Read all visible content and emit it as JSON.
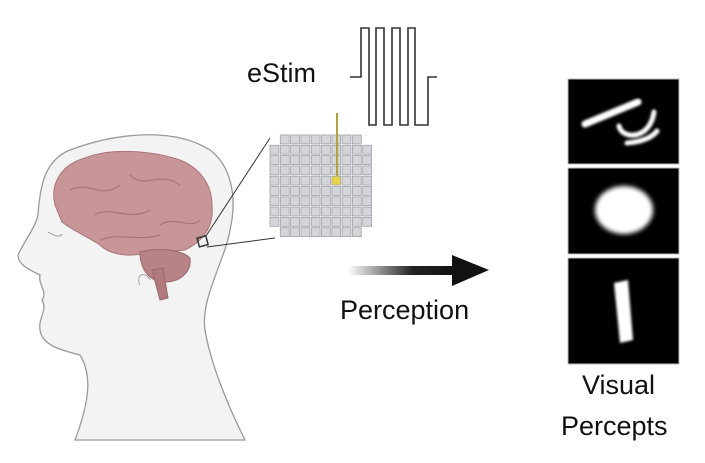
{
  "labels": {
    "estim": "eStim",
    "perception": "Perception",
    "visual_percepts_line1": "Visual",
    "visual_percepts_line2": "Percepts"
  },
  "electrode_grid": {
    "rows": 10,
    "cols": 10,
    "active_cell": {
      "row": 4,
      "col": 6
    }
  },
  "colors": {
    "brain": "#c89598",
    "active_electrode": "#e8d44a",
    "wire": "#b5a040",
    "percept_bg": "#000000"
  },
  "percepts": [
    "arc-and-lines",
    "blob",
    "vertical-bar"
  ]
}
